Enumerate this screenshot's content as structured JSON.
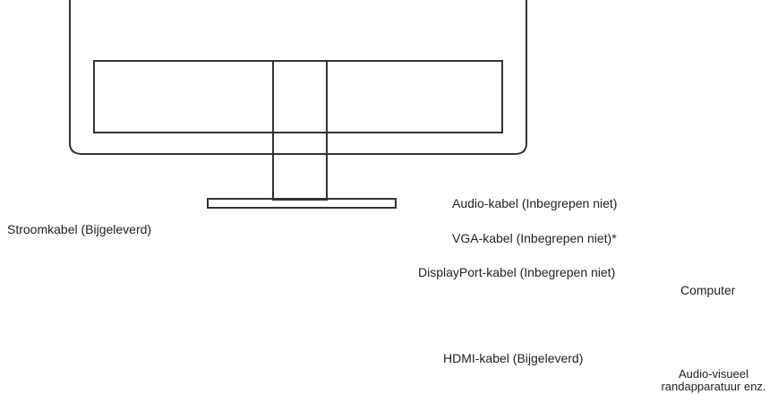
{
  "labels": {
    "audio": "Audio-kabel (Inbegrepen niet)",
    "vga": "VGA-kabel (Inbegrepen niet)*",
    "displayport": "DisplayPort-kabel (Inbegrepen niet)",
    "hdmi": "HDMI-kabel (Bijgeleverd)",
    "power": "Stroomkabel (Bijgeleverd)",
    "computer": "Computer",
    "av_line1": "Audio-visueel",
    "av_line2": "randapparatuur enz."
  }
}
